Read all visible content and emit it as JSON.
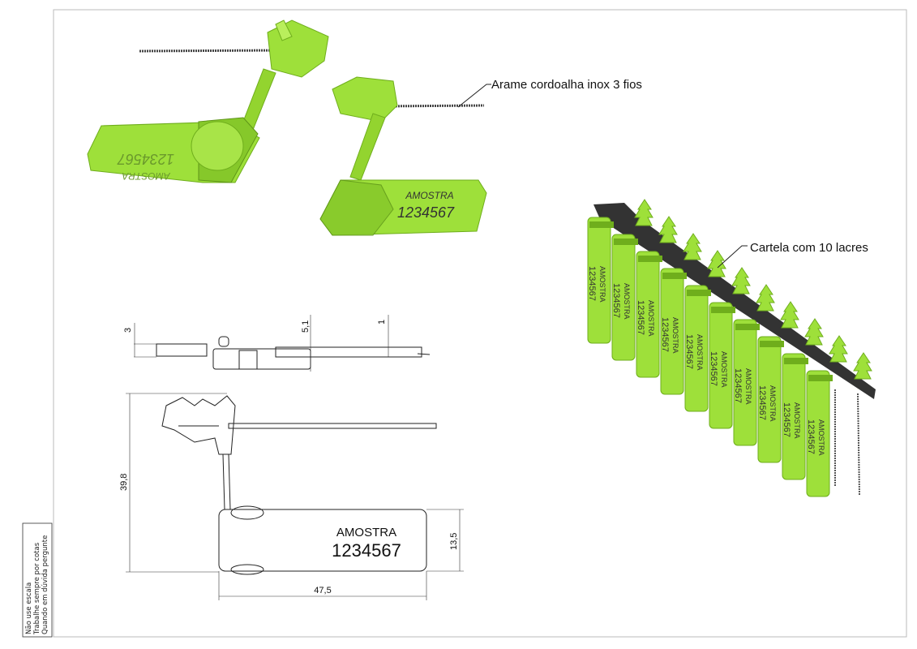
{
  "notes": [
    "Não use escala",
    "Trabalhe sempre por cotas",
    "Quando em dúvida pergunte"
  ],
  "callouts": {
    "wire": "Arame cordoalha inox 3 fios",
    "card": "Cartela com 10 lacres"
  },
  "seal_text": {
    "line1": "AMOSTRA",
    "line2": "1234567"
  },
  "dimensions": {
    "thickness": "3",
    "height_head": "5,1",
    "wire": "1",
    "total_height": "39,8",
    "body_height": "13,5",
    "body_width": "47,5"
  },
  "card_count": 10,
  "colors": {
    "seal": "#9ee03a",
    "seal_dark": "#6fae1c",
    "strip": "#333333",
    "line": "#222222"
  }
}
